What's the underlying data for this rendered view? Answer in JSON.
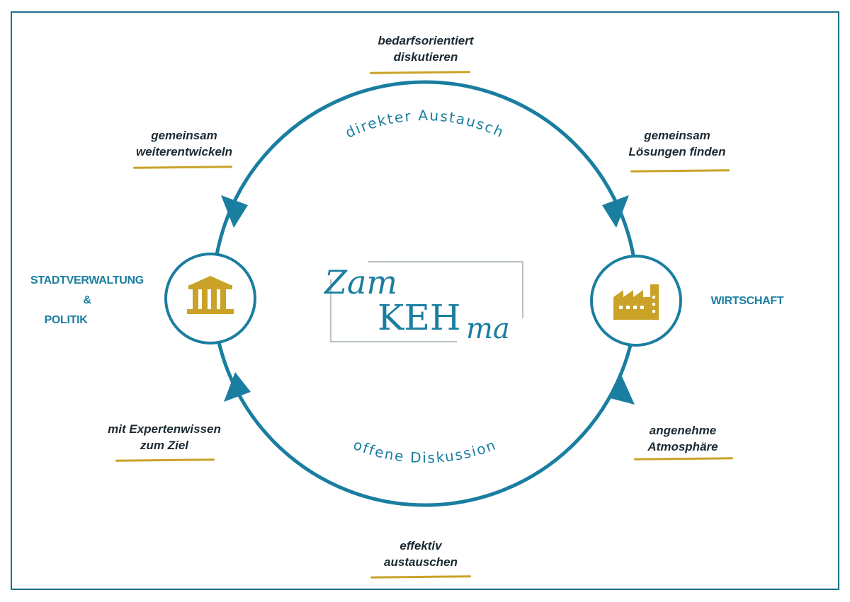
{
  "logo": {
    "line1": "Zam",
    "line2": "KEH",
    "line3": "ma"
  },
  "ring_labels": {
    "top": "direkter Austausch",
    "bottom": "offene Diskussion"
  },
  "nodes": {
    "left": {
      "line1": "STADTVERWALTUNG",
      "line2": "&",
      "line3": "POLITIK",
      "icon": "government-building-icon"
    },
    "right": {
      "label": "WIRTSCHAFT",
      "icon": "factory-icon"
    }
  },
  "statements": {
    "top": [
      "bedarfsorientiert",
      "diskutieren"
    ],
    "top_left": [
      "gemeinsam",
      "weiterentwickeln"
    ],
    "top_right": [
      "gemeinsam",
      "Lösungen finden"
    ],
    "bottom_left": [
      "mit Expertenwissen",
      "zum Ziel"
    ],
    "bottom_right": [
      "angenehme",
      "Atmosphäre"
    ],
    "bottom": [
      "effektiv",
      "austauschen"
    ]
  },
  "colors": {
    "teal": "#1a7ea0",
    "gold": "#c9a227",
    "text": "#1b2a33"
  }
}
